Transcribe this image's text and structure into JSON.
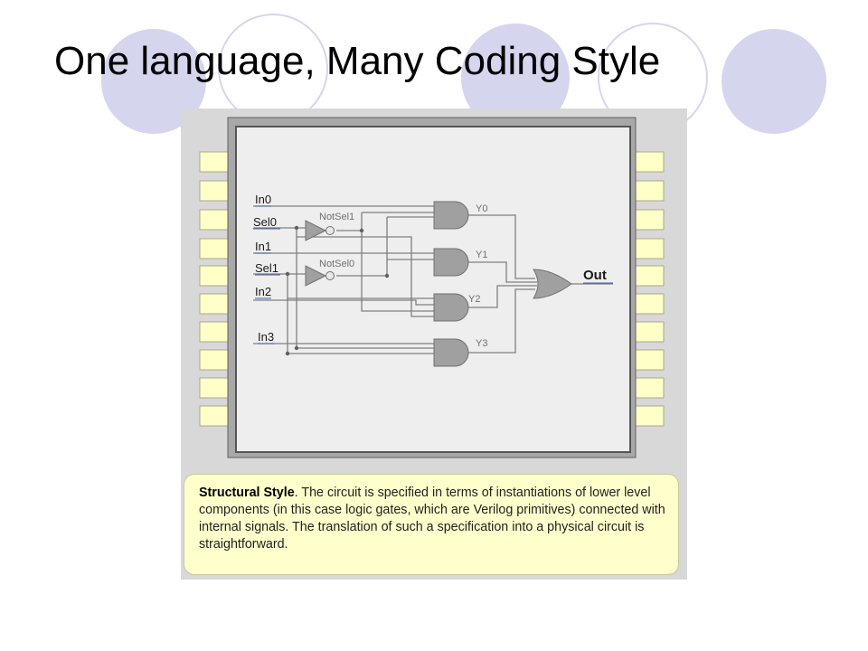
{
  "slide": {
    "title": "One language, Many Coding Style"
  },
  "colors": {
    "decor_circle": "#d6d5ee",
    "caption_bg": "#ffffcc",
    "pin_fill": "#ffffc8",
    "gate_fill": "#a0a0a0"
  },
  "circuit": {
    "inputs": [
      {
        "id": "in0",
        "label": "In0"
      },
      {
        "id": "sel0",
        "label": "Sel0"
      },
      {
        "id": "in1",
        "label": "In1"
      },
      {
        "id": "sel1",
        "label": "Sel1"
      },
      {
        "id": "in2",
        "label": "In2"
      },
      {
        "id": "in3",
        "label": "In3"
      }
    ],
    "inverters": [
      {
        "id": "inv0",
        "label": "NotSel1"
      },
      {
        "id": "inv1",
        "label": "NotSel0"
      }
    ],
    "and_gates": [
      {
        "id": "and0",
        "output_label": "Y0"
      },
      {
        "id": "and1",
        "output_label": "Y1"
      },
      {
        "id": "and2",
        "output_label": "Y2"
      },
      {
        "id": "and3",
        "output_label": "Y3"
      }
    ],
    "or_gate": {
      "id": "or0"
    },
    "output": {
      "label": "Out"
    }
  },
  "caption": {
    "heading": "Structural Style",
    "text": ". The circuit is specified in terms of instantiations of lower level components (in this case logic gates, which are Verilog primitives) connected with internal signals. The translation of such a specification into a physical circuit is straightforward."
  }
}
